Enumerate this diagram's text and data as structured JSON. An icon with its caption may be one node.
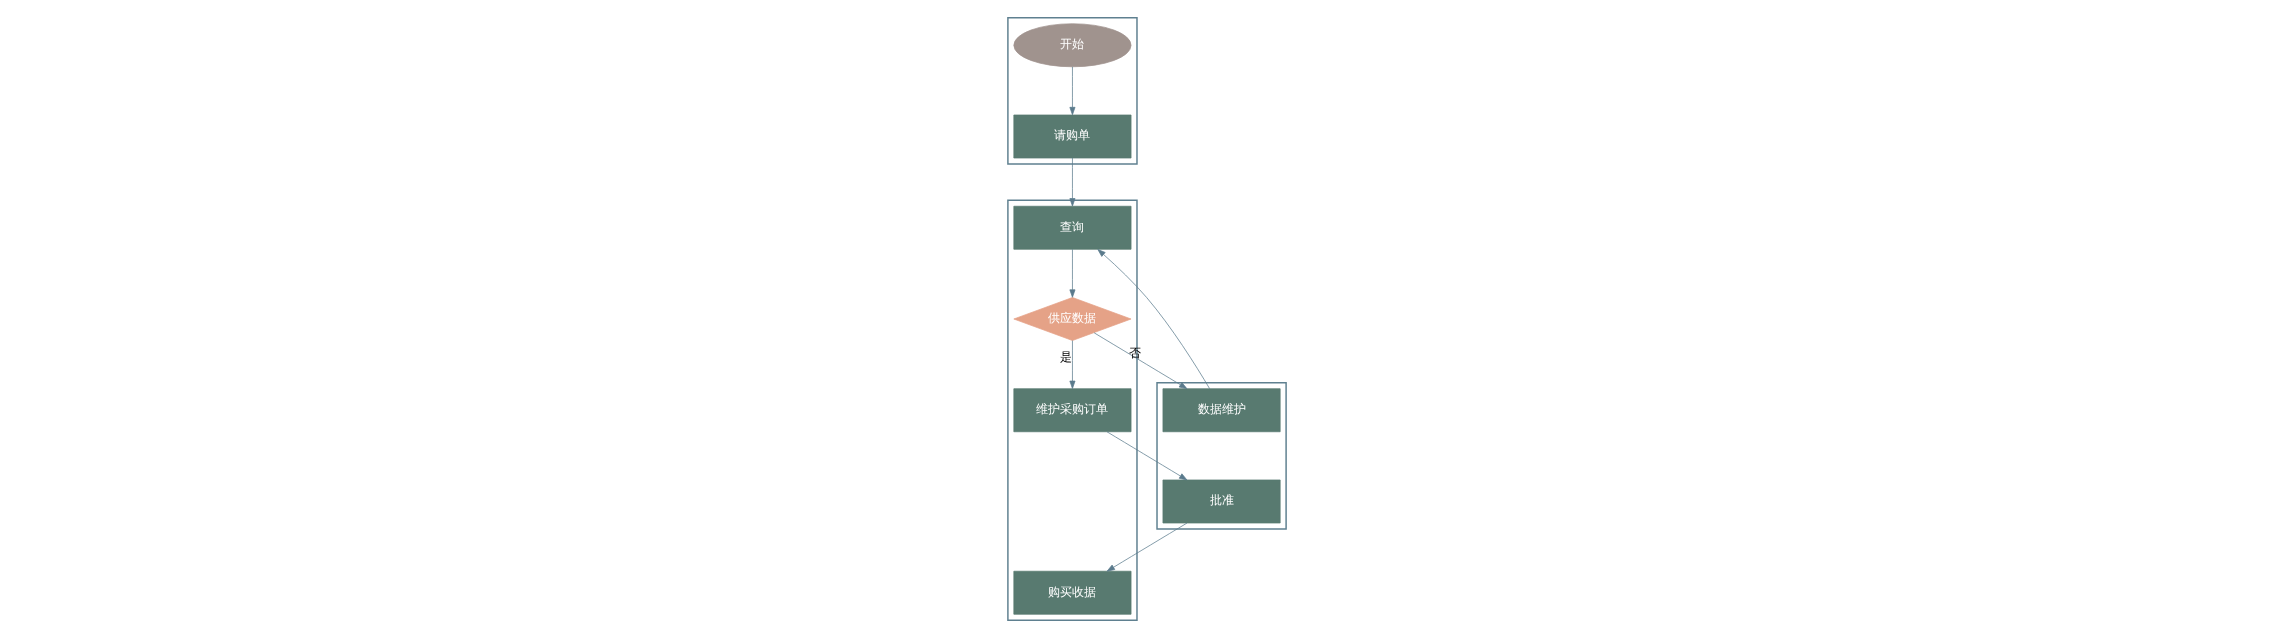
{
  "diagram": {
    "nodes": [
      {
        "text": [],
        "shape": "band"
      },
      {
        "text": [],
        "shape": "band"
      },
      {
        "text": [],
        "shape": "band"
      },
      {
        "text": [
          "开始"
        ],
        "in": 0
      },
      {
        "text": [
          "请购单"
        ],
        "in": 0
      },
      {
        "text": [
          "查询"
        ],
        "in": 1
      },
      {
        "text": [
          "供应数据"
        ],
        "in": 1
      },
      {
        "text": [
          "数据维护"
        ],
        "in": 2
      },
      {
        "text": [
          "维护采购订单"
        ],
        "in": 1
      },
      {
        "text": [
          "批准"
        ],
        "in": 2
      },
      {
        "text": [
          "购买收据"
        ],
        "in": 1
      }
    ],
    "edges": [
      {
        "from": 3,
        "to": 4,
        "arrow": "to"
      },
      {
        "from": 4,
        "to": 5,
        "arrow": "to"
      },
      {
        "from": 5,
        "to": 6,
        "arrow": "to"
      },
      {
        "from": 6,
        "to": 7,
        "arrow": "to",
        "label": "否"
      },
      {
        "from": 6,
        "to": 8,
        "arrow": "to",
        "label": "是"
      },
      {
        "from": 7,
        "to": 5,
        "arrow": "to"
      },
      {
        "from": 8,
        "to": 9,
        "arrow": "to"
      },
      {
        "from": 9,
        "to": 10,
        "arrow": "to"
      }
    ]
  }
}
